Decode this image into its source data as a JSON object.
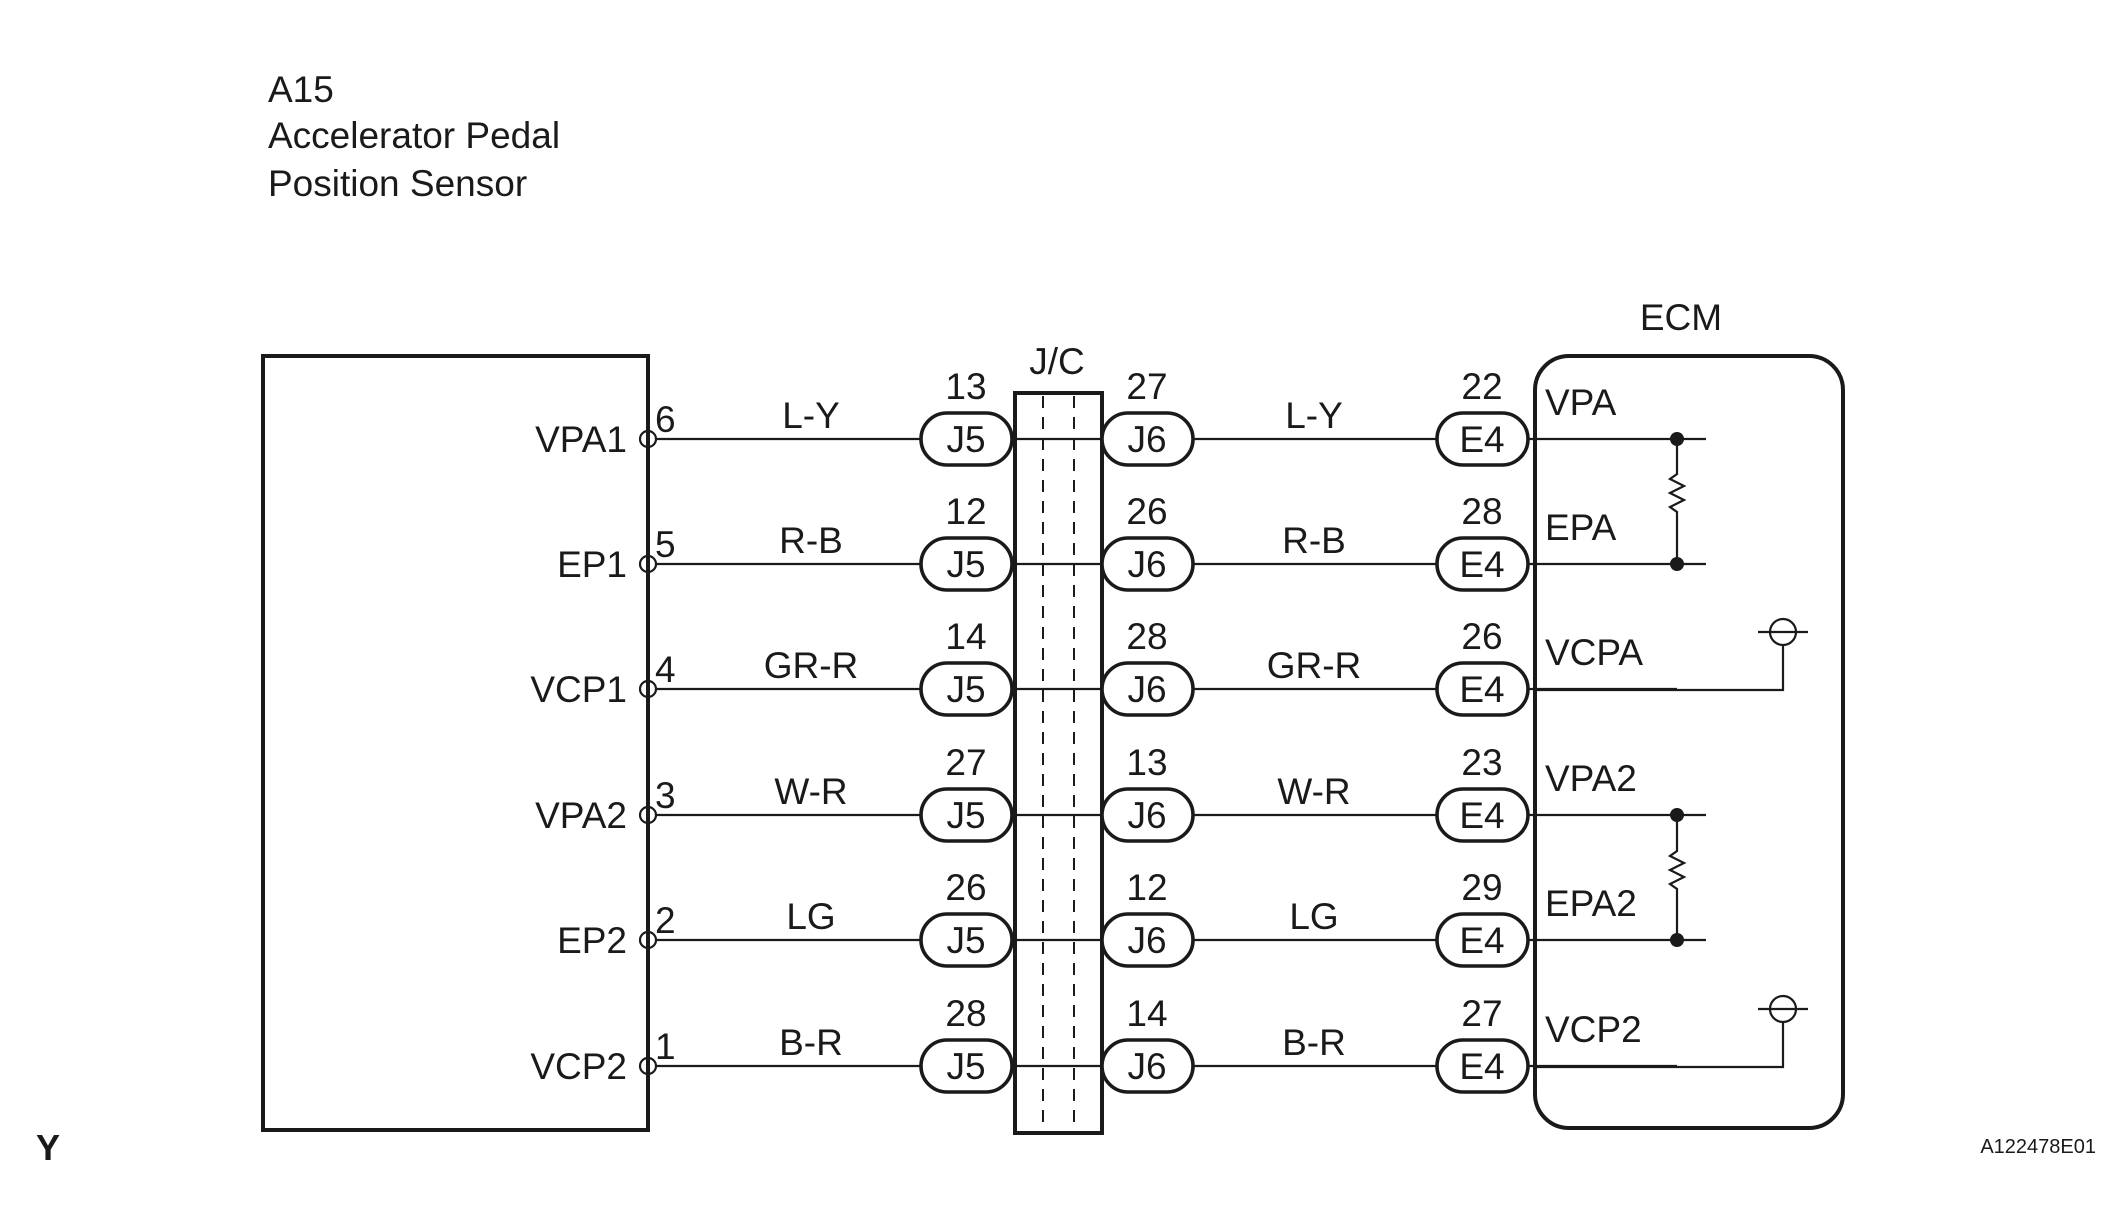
{
  "component": {
    "id": "A15",
    "name_line1": "Accelerator Pedal",
    "name_line2": "Position Sensor"
  },
  "ecm_label": "ECM",
  "jc_label": "J/C",
  "figure_id": "A122478E01",
  "corner_mark": "Y",
  "circuits": [
    {
      "sensor_terminal": "VPA1",
      "sensor_pin": "6",
      "wire_left": "L-Y",
      "j5_pin": "13",
      "j5_label": "J5",
      "j6_pin": "27",
      "j6_label": "J6",
      "wire_right": "L-Y",
      "e4_pin": "22",
      "e4_label": "E4",
      "ecm_terminal": "VPA"
    },
    {
      "sensor_terminal": "EP1",
      "sensor_pin": "5",
      "wire_left": "R-B",
      "j5_pin": "12",
      "j5_label": "J5",
      "j6_pin": "26",
      "j6_label": "J6",
      "wire_right": "R-B",
      "e4_pin": "28",
      "e4_label": "E4",
      "ecm_terminal": "EPA"
    },
    {
      "sensor_terminal": "VCP1",
      "sensor_pin": "4",
      "wire_left": "GR-R",
      "j5_pin": "14",
      "j5_label": "J5",
      "j6_pin": "28",
      "j6_label": "J6",
      "wire_right": "GR-R",
      "e4_pin": "26",
      "e4_label": "E4",
      "ecm_terminal": "VCPA"
    },
    {
      "sensor_terminal": "VPA2",
      "sensor_pin": "3",
      "wire_left": "W-R",
      "j5_pin": "27",
      "j5_label": "J5",
      "j6_pin": "13",
      "j6_label": "J6",
      "wire_right": "W-R",
      "e4_pin": "23",
      "e4_label": "E4",
      "ecm_terminal": "VPA2"
    },
    {
      "sensor_terminal": "EP2",
      "sensor_pin": "2",
      "wire_left": "LG",
      "j5_pin": "26",
      "j5_label": "J5",
      "j6_pin": "12",
      "j6_label": "J6",
      "wire_right": "LG",
      "e4_pin": "29",
      "e4_label": "E4",
      "ecm_terminal": "EPA2"
    },
    {
      "sensor_terminal": "VCP2",
      "sensor_pin": "1",
      "wire_left": "B-R",
      "j5_pin": "28",
      "j5_label": "J5",
      "j6_pin": "14",
      "j6_label": "J6",
      "wire_right": "B-R",
      "e4_pin": "27",
      "e4_label": "E4",
      "ecm_terminal": "VCP2"
    }
  ]
}
